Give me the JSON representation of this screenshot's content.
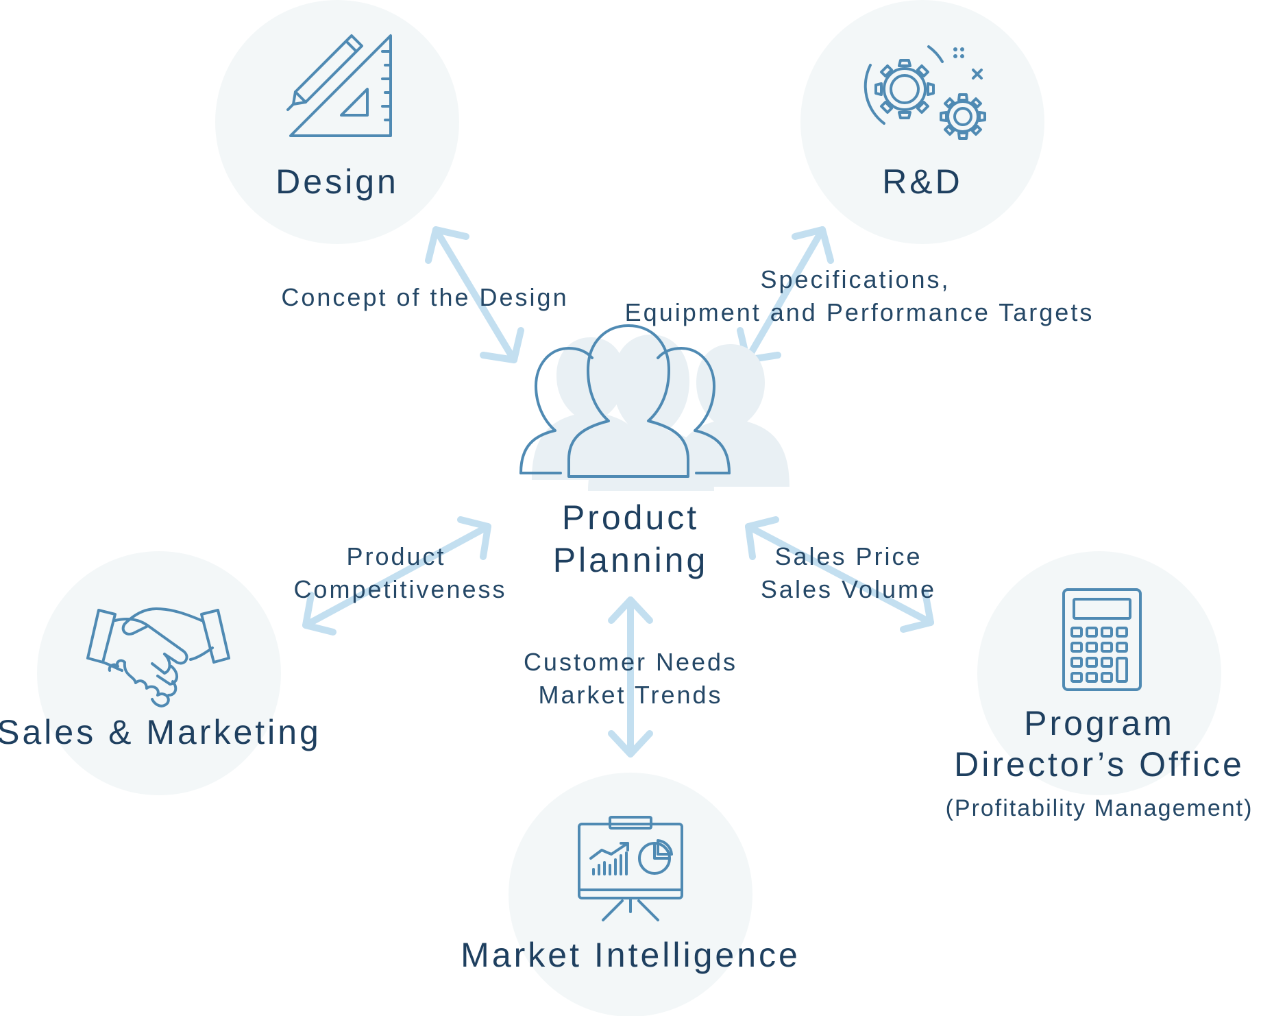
{
  "diagram": {
    "center": {
      "title_lines": [
        "Product",
        "Planning"
      ],
      "icon": "people-group-icon"
    },
    "nodes": {
      "design": {
        "title": "Design",
        "icon": "pencil-triangle-ruler-icon"
      },
      "rnd": {
        "title": "R&D",
        "icon": "gears-icon"
      },
      "sales": {
        "title": "Sales & Marketing",
        "icon": "handshake-icon"
      },
      "market": {
        "title": "Market Intelligence",
        "icon": "presentation-chart-icon"
      },
      "program": {
        "title_lines": [
          "Program",
          "Director’s Office"
        ],
        "subtitle": "(Profitability Management)",
        "icon": "calculator-icon"
      }
    },
    "relations": {
      "design": [
        "Concept of the Design"
      ],
      "rnd": [
        "Specifications,",
        "Equipment and Performance Targets"
      ],
      "sales": [
        "Product",
        "Competitiveness"
      ],
      "market": [
        "Customer Needs",
        "Market Trends"
      ],
      "program": [
        "Sales Price",
        "Sales Volume"
      ]
    },
    "colors": {
      "bubble": "#f3f7f8",
      "arrow": "#c3dff0",
      "icon": "#4f8ab3",
      "text": "#1e3f5f"
    }
  }
}
